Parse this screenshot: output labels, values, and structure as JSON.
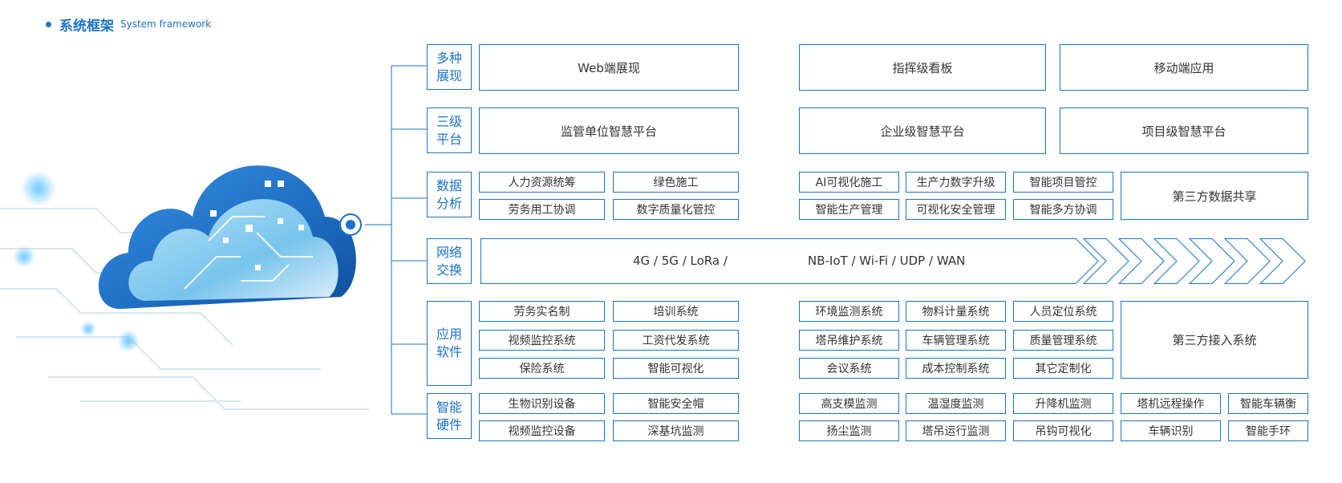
{
  "header": {
    "title_cn": "系统框架",
    "title_en": "System framework"
  },
  "rows": {
    "display": {
      "label": "多种\n展现",
      "items": [
        "Web端展现",
        "指挥级看板",
        "移动端应用"
      ]
    },
    "platform": {
      "label": "三级\n平台",
      "items": [
        "监管单位智慧平台",
        "企业级智慧平台",
        "项目级智慧平台"
      ]
    },
    "analysis": {
      "label": "数据\n分析",
      "items": [
        "人力资源统筹",
        "绿色施工",
        "劳务用工协调",
        "数字质量化管控",
        "AI可视化施工",
        "生产力数字升级",
        "智能项目管控",
        "智能生产管理",
        "可视化安全管理",
        "智能多方协调",
        "第三方数据共享"
      ]
    },
    "network": {
      "label": "网络\n交换",
      "text_left": "4G / 5G / LoRa /",
      "text_right": "NB-IoT / Wi-Fi / UDP / WAN"
    },
    "software": {
      "label": "应用\n软件",
      "items": [
        "劳务实名制",
        "培训系统",
        "视频监控系统",
        "工资代发系统",
        "保险系统",
        "智能可视化",
        "环境监测系统",
        "物料计量系统",
        "人员定位系统",
        "塔吊维护系统",
        "车辆管理系统",
        "质量管理系统",
        "会议系统",
        "成本控制系统",
        "其它定制化",
        "第三方接入系统"
      ]
    },
    "hardware": {
      "label": "智能\n硬件",
      "items": [
        "生物识别设备",
        "智能安全帽",
        "视频监控设备",
        "深基坑监测",
        "高支模监测",
        "温湿度监测",
        "升降机监测",
        "塔机远程操作",
        "智能车辆衡",
        "扬尘监测",
        "塔吊运行监测",
        "吊钩可视化",
        "车辆识别",
        "智能手环"
      ]
    }
  },
  "colors": {
    "accent": "#1a73c9",
    "border": "#1a73c9",
    "text": "#333333"
  }
}
